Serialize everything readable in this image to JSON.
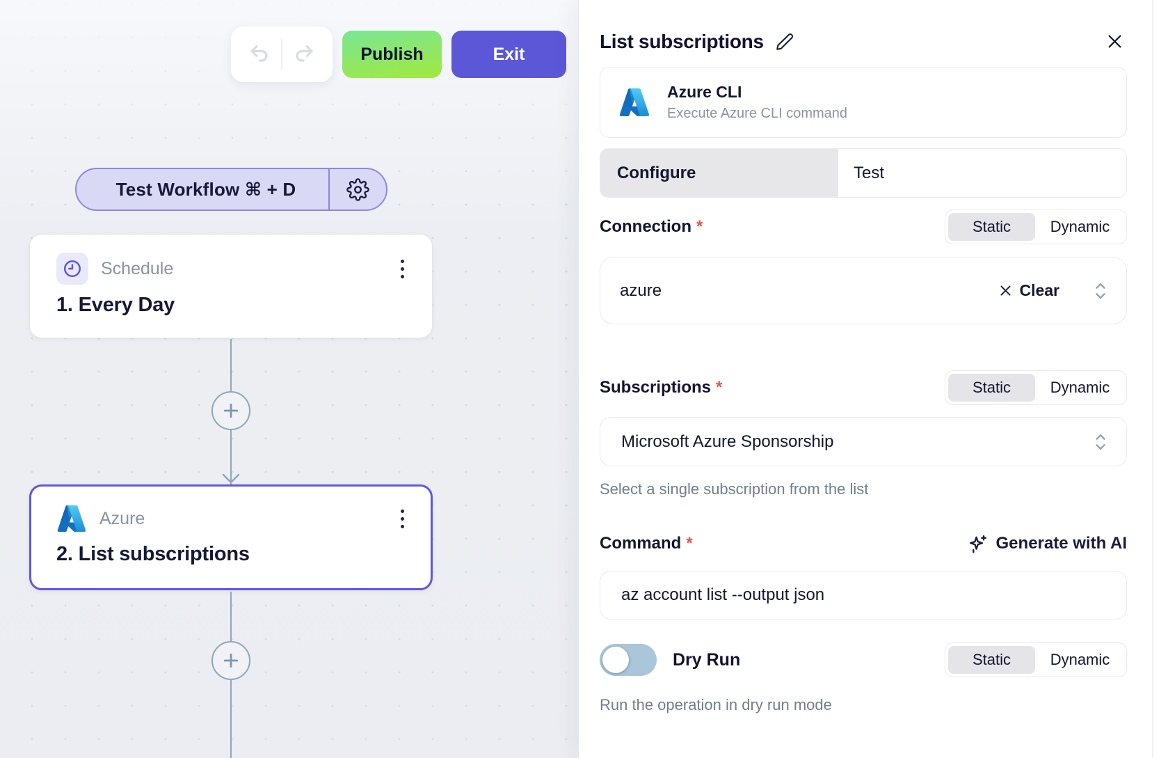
{
  "canvas": {
    "toolbar": {
      "publish_label": "Publish",
      "exit_label": "Exit"
    },
    "test_workflow": {
      "label": "Test Workflow ⌘ + D"
    },
    "nodes": [
      {
        "app": "Schedule",
        "title": "1. Every Day",
        "icon": "clock-icon",
        "selected": false
      },
      {
        "app": "Azure",
        "title": "2. List subscriptions",
        "icon": "azure-icon",
        "selected": true
      }
    ]
  },
  "panel": {
    "title": "List subscriptions",
    "app_card": {
      "name": "Azure CLI",
      "description": "Execute Azure CLI command"
    },
    "tabs": [
      {
        "label": "Configure",
        "active": true
      },
      {
        "label": "Test",
        "active": false
      }
    ],
    "required_mark": "*",
    "connection": {
      "label": "Connection",
      "mode_options": [
        "Static",
        "Dynamic"
      ],
      "mode": "Static",
      "value": "azure",
      "clear_label": "Clear"
    },
    "subscriptions": {
      "label": "Subscriptions",
      "mode_options": [
        "Static",
        "Dynamic"
      ],
      "mode": "Static",
      "value": "Microsoft Azure Sponsorship",
      "helper": "Select a single subscription from the list"
    },
    "command": {
      "label": "Command",
      "generate_label": "Generate with AI",
      "value": "az account list --output json"
    },
    "dry_run": {
      "label": "Dry Run",
      "enabled": false,
      "mode_options": [
        "Static",
        "Dynamic"
      ],
      "mode": "Static",
      "helper": "Run the operation in dry run mode"
    }
  },
  "colors": {
    "accent_purple": "#5b57d7",
    "selected_node_border": "#6156e2",
    "publish_gradient_start": "#79e795",
    "publish_gradient_end": "#a0e83e",
    "canvas_background": "#eef0f4",
    "connector": "#91a6bd",
    "toggle_off_track": "#a9c6da",
    "required_asterisk": "#e8544b",
    "muted_text": "#8a93a4",
    "dark_text": "#12172f"
  }
}
